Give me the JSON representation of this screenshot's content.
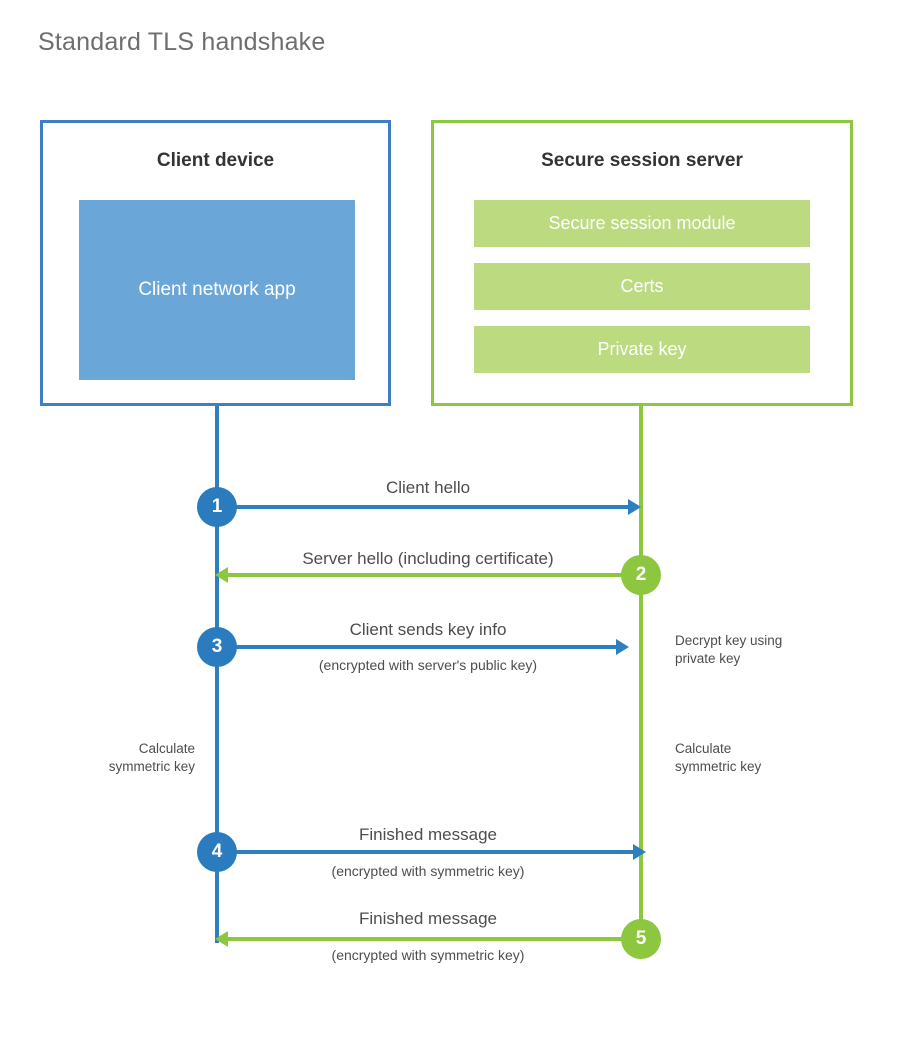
{
  "title": "Standard TLS handshake",
  "colors": {
    "client_border": "#3f7fc1",
    "client_fill": "#6aa7d8",
    "client_accent": "#2e7fbf",
    "server_border": "#8dc63f",
    "server_fill": "#bcdb80",
    "server_accent": "#8dc63f",
    "text": "#4d4d4d",
    "title_text": "#6e6e6e",
    "background": "#ffffff"
  },
  "client": {
    "title": "Client device",
    "app_label": "Client network app"
  },
  "server": {
    "title": "Secure session server",
    "components": [
      {
        "label": "Secure session module"
      },
      {
        "label": "Certs"
      },
      {
        "label": "Private key"
      }
    ]
  },
  "steps": [
    {
      "number": "1",
      "side": "client",
      "direction": "client-to-server",
      "label": "Client hello",
      "sublabel": ""
    },
    {
      "number": "2",
      "side": "server",
      "direction": "server-to-client",
      "label": "Server hello (including certificate)",
      "sublabel": ""
    },
    {
      "number": "3",
      "side": "client",
      "direction": "client-to-server",
      "label": "Client sends key info",
      "sublabel": "(encrypted with server's public key)"
    },
    {
      "number": "4",
      "side": "client",
      "direction": "client-to-server",
      "label": "Finished message",
      "sublabel": "(encrypted with symmetric key)"
    },
    {
      "number": "5",
      "side": "server",
      "direction": "server-to-client",
      "label": "Finished message",
      "sublabel": "(encrypted with symmetric key)"
    }
  ],
  "annotations": {
    "server_decrypt": "Decrypt key using\nprivate key",
    "server_decrypt_line1": "Decrypt key using",
    "server_decrypt_line2": "private key",
    "client_calculate_line1": "Calculate",
    "client_calculate_line2": "symmetric key",
    "server_calculate_line1": "Calculate",
    "server_calculate_line2": "symmetric key"
  }
}
